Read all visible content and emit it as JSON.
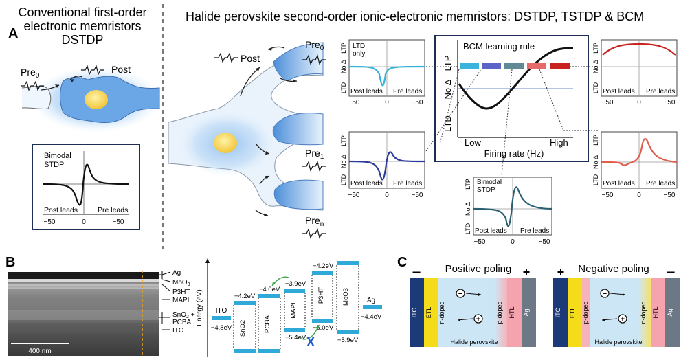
{
  "panel_a": {
    "letter": "A",
    "left_title": [
      "Conventional first-order",
      "electronic memristors",
      "DSTDP"
    ],
    "right_title": "Halide perovskite second-order ionic-electronic memristors: DSTDP, TSTDP & BCM",
    "neuron_left": {
      "pre": "Pre",
      "pre_sub": "0",
      "post": "Post"
    },
    "neuron_right": {
      "post": "Post",
      "pre0": "Pre",
      "pre0_sub": "0",
      "pre1": "Pre",
      "pre1_sub": "1",
      "pren": "Pre",
      "pren_sub": "n"
    },
    "bimodal_left": {
      "title": [
        "Bimodal",
        "STDP"
      ],
      "post_leads": "Post leads",
      "pre_leads": "Pre leads",
      "ticks": [
        "−50",
        "0",
        "−50"
      ]
    },
    "mini_axis": {
      "ltp": "LTP",
      "no_delta": "No Δ",
      "ltd": "LTD",
      "post_leads": "Post leads",
      "pre_leads": "Pre leads",
      "ticks": [
        "−50",
        "0",
        "−50"
      ]
    },
    "ltd_only_label": [
      "LTD",
      "only"
    ],
    "bimodal_center_title": [
      "Bimodal",
      "STDP"
    ],
    "bcm": {
      "title": "BCM learning rule",
      "ylabels": [
        "LTP",
        "No Δ",
        "LTD"
      ],
      "x_low": "Low",
      "x_high": "High",
      "xlabel": "Firing rate (Hz)",
      "swatch_colors": [
        "#3ab4dc",
        "#5b63c9",
        "#5f8a96",
        "#e66a6a",
        "#c8211e"
      ]
    }
  },
  "panel_b": {
    "letter": "B",
    "layers": [
      "Ag",
      "MoO",
      "P3HT",
      "MAPI",
      "SnO",
      "PCBA",
      "ITO"
    ],
    "moo_sub": "3",
    "sno_sub": "2",
    "sno_plus": " +",
    "scalebar": "400 nm",
    "energy_axis": "Energy (eV)",
    "bands": [
      "ITO",
      "SnO2",
      "PCBA",
      "MAPI",
      "P3HT",
      "MoO3",
      "Ag"
    ],
    "energies": {
      "ito": "−4.8eV",
      "sno_top": "−4.2eV",
      "pcba_top": "−4.0eV",
      "mapi_top": "−3.9eV",
      "p3ht_top": "−4.2eV",
      "mapi_bot": "−5.4eV",
      "p3ht_bot": "−5.0eV",
      "moo_bot": "−5.9eV",
      "ag": "−4.4eV"
    },
    "block_mark": "X"
  },
  "panel_c": {
    "letter": "C",
    "positive": {
      "title": "Positive poling",
      "left_sign": "−",
      "right_sign": "+",
      "layers": [
        "ITO",
        "ETL",
        "n-doped",
        "p-doped",
        "HTL",
        "Ag"
      ],
      "bottom": "Halide perovskite"
    },
    "negative": {
      "title": "Negative poling",
      "left_sign": "+",
      "right_sign": "−",
      "layers": [
        "ITO",
        "ETL",
        "p-doped",
        "n-doped",
        "HTL",
        "Ag"
      ],
      "bottom": "Halide perovskite"
    },
    "ion_minus": "−",
    "ion_plus": "+"
  },
  "colors": {
    "ltd_only": "#36b2d6",
    "mid_curve": "#2c3a99",
    "bimodal_teal": "#2a5f72",
    "bell_red": "#c8231f",
    "triple_red": "#e05c4c",
    "frame_navy": "#1d2d55",
    "band_cyan": "#2fa9d8",
    "ito_navy": "#1c3a78",
    "etl_yellow": "#f4dc1b",
    "htl_pink": "#f5a3ae",
    "ag_grey": "#6d7886"
  }
}
